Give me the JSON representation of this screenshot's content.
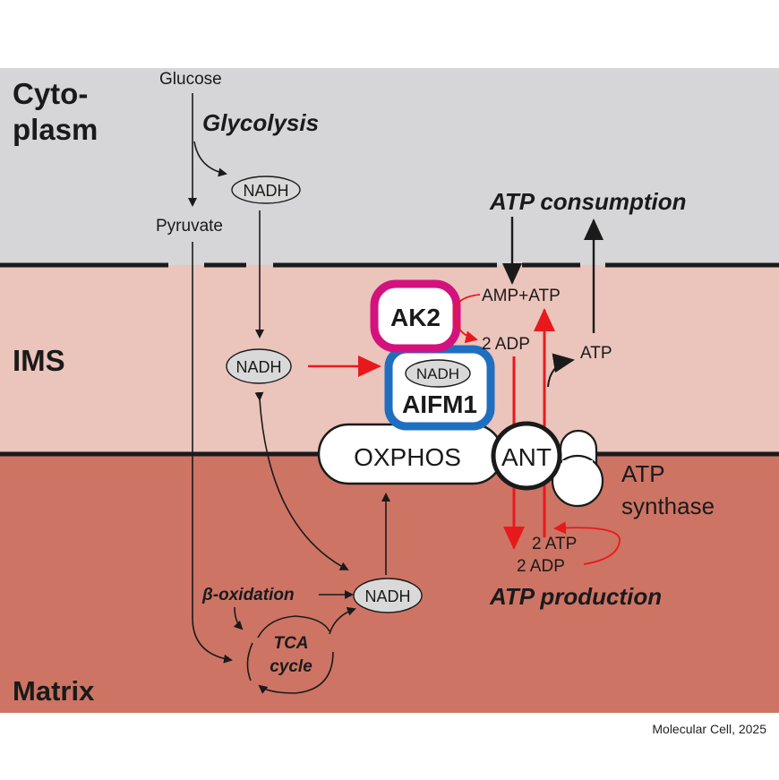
{
  "regions": {
    "cytoplasm": "Cyto-plasm",
    "cytoplasm_line1": "Cyto-",
    "cytoplasm_line2": "plasm",
    "ims": "IMS",
    "matrix": "Matrix"
  },
  "labels": {
    "glucose": "Glucose",
    "glycolysis": "Glycolysis",
    "nadh": "NADH",
    "pyruvate": "Pyruvate",
    "atp_consumption": "ATP consumption",
    "amp_atp": "AMP+ATP",
    "two_adp_ims": "2 ADP",
    "atp": "ATP",
    "ak2": "AK2",
    "aifm1": "AIFM1",
    "oxphos": "OXPHOS",
    "ant": "ANT",
    "atp_synthase_line1": "ATP",
    "atp_synthase_line2": "synthase",
    "two_atp": "2 ATP",
    "two_adp_matrix": "2 ADP",
    "atp_production": "ATP production",
    "beta_oxidation": "β-oxidation",
    "tca_line1": "TCA",
    "tca_line2": "cycle"
  },
  "credit": "Molecular Cell, 2025",
  "colors": {
    "cytoplasm_bg": "#d6d6d8",
    "ims_bg": "#ebc4bb",
    "matrix_bg": "#cd7465",
    "ak2_border": "#d4127e",
    "aifm1_border": "#1f6fc1",
    "red_arrow": "#e8191c",
    "membrane": "#1a1a1a",
    "nadh_fill": "#d9d9d9"
  }
}
